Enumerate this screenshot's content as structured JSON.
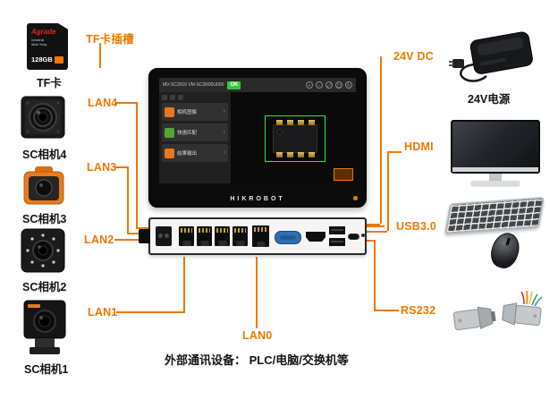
{
  "colors": {
    "accent_orange": "#F07800",
    "status_ok_green": "#35C93A",
    "roi_green": "#3AE33A",
    "vga_blue": "#2E6FB5"
  },
  "labels": {
    "tf_slot": "TF卡插槽",
    "lan4": "LAN4",
    "lan3": "LAN3",
    "lan2": "LAN2",
    "lan1": "LAN1",
    "lan0": "LAN0",
    "dc24v": "24V DC",
    "hdmi": "HDMI",
    "usb30": "USB3.0",
    "rs232": "RS232"
  },
  "left_devices": {
    "tf_card": {
      "caption": "TF卡",
      "brand": "Agrade",
      "spec1": "Industrial",
      "spec2": "Wide Temp",
      "capacity": "128GB"
    },
    "camera4_caption": "SC相机4",
    "camera3_caption": "SC相机3",
    "camera2_caption": "SC相机2",
    "camera1_caption": "SC相机1"
  },
  "right_devices": {
    "power_caption": "24V电源"
  },
  "device": {
    "brand": "HIKROBOT",
    "screen": {
      "title": "MV-SC2016 VM-SC2R00U000",
      "status_ok": "OK",
      "icons": [
        {
          "name": "zoom-in-icon",
          "glyph": "+"
        },
        {
          "name": "zoom-out-icon",
          "glyph": "−"
        },
        {
          "name": "fit-view-icon",
          "glyph": "⤢"
        },
        {
          "name": "window-icon",
          "glyph": "▢"
        },
        {
          "name": "refresh-icon",
          "glyph": "↻"
        }
      ],
      "modules": [
        {
          "name": "相机图像"
        },
        {
          "name": "快速匹配"
        },
        {
          "name": "结果输出"
        }
      ]
    }
  },
  "diagram": {
    "footer_note": "外部通讯设备： PLC/电脑/交换机等"
  }
}
